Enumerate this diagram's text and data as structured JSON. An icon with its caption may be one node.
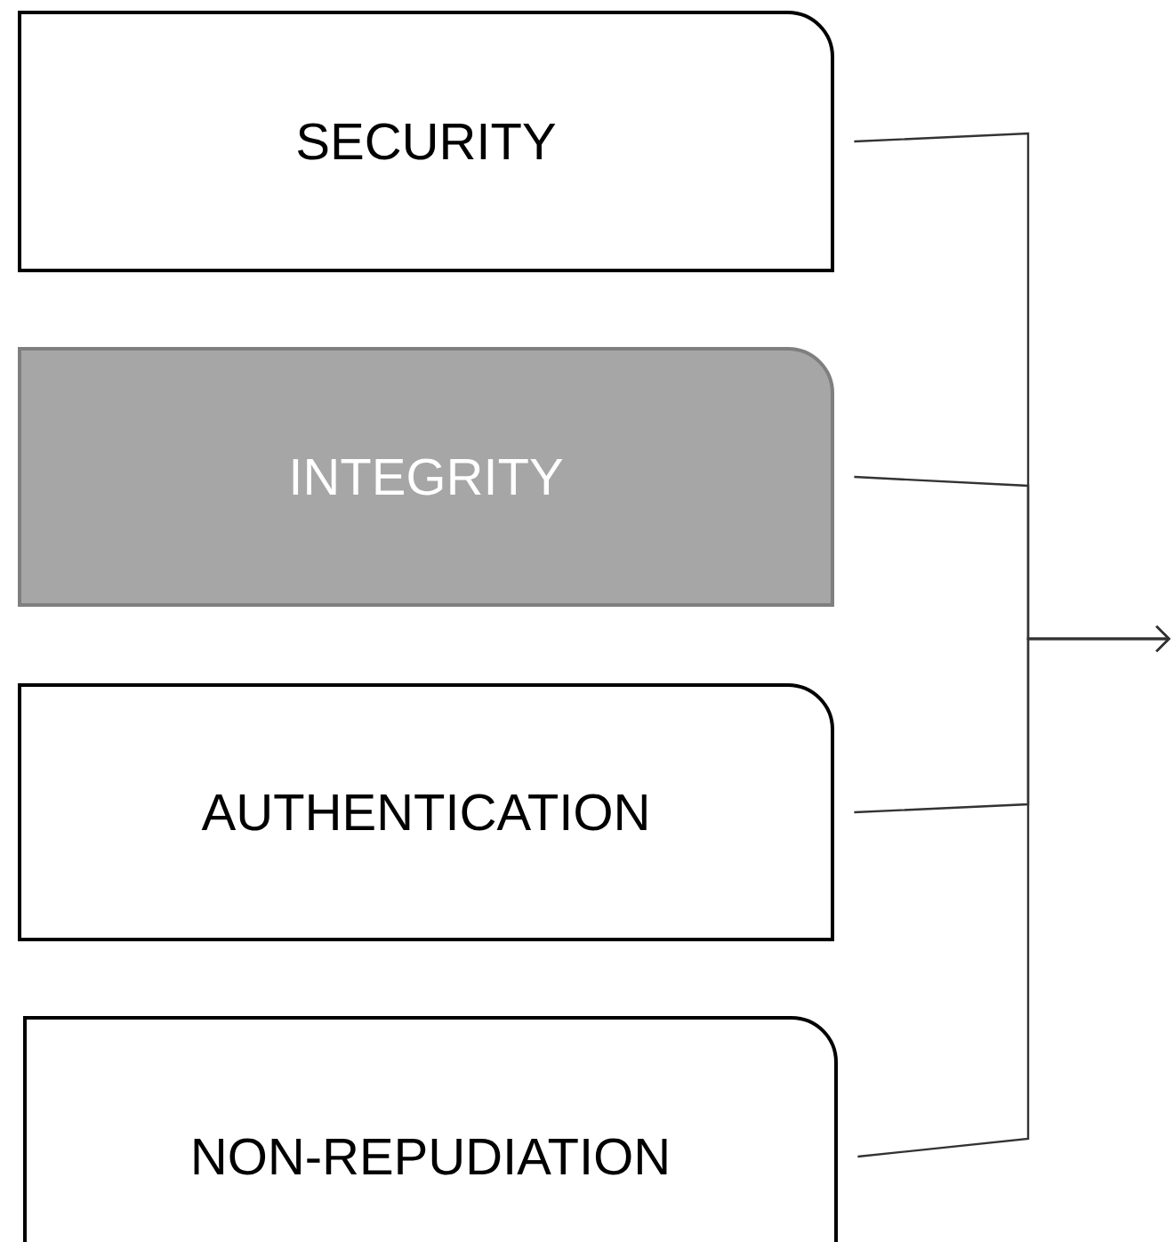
{
  "diagram": {
    "nodes": [
      {
        "text": [
          "SECURITY"
        ]
      },
      {
        "text": [
          "INTEGRITY"
        ]
      },
      {
        "text": [
          "AUTHENTICATION"
        ]
      },
      {
        "text": [
          "NON-REPUDIATION"
        ]
      }
    ],
    "edges": [
      {
        "from": 0,
        "to": null,
        "arrow": "to"
      },
      {
        "from": 1,
        "to": null,
        "arrow": "to"
      },
      {
        "from": 2,
        "to": null,
        "arrow": "to"
      },
      {
        "from": 3,
        "to": null,
        "arrow": "to"
      }
    ]
  }
}
